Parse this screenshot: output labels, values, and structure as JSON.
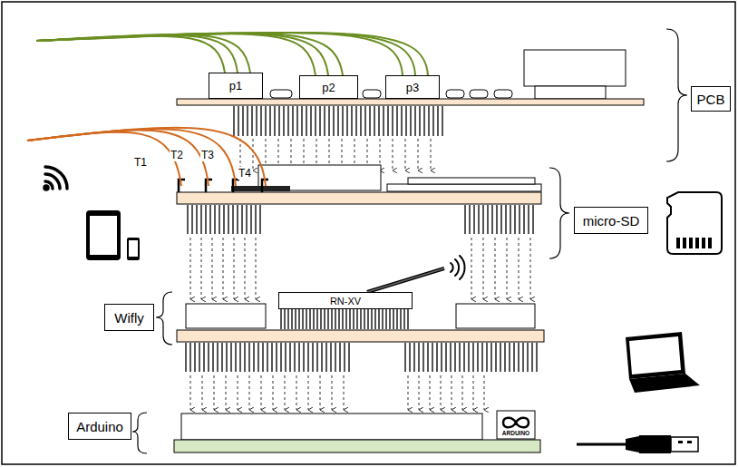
{
  "diagram": {
    "nodes": [
      {
        "text": [
          "p1"
        ]
      },
      {
        "text": [
          "p2"
        ]
      },
      {
        "text": [
          "p3"
        ]
      },
      {
        "text": [
          "PCB"
        ]
      },
      {
        "text": [
          "micro-SD"
        ]
      },
      {
        "text": [
          "RN-XV"
        ]
      },
      {
        "text": [
          "Wifly"
        ]
      },
      {
        "text": [
          "Arduino"
        ]
      },
      {
        "text": [
          "ARDUINO"
        ]
      }
    ],
    "labels": [
      "T1",
      "T2",
      "T3",
      "T4"
    ]
  }
}
